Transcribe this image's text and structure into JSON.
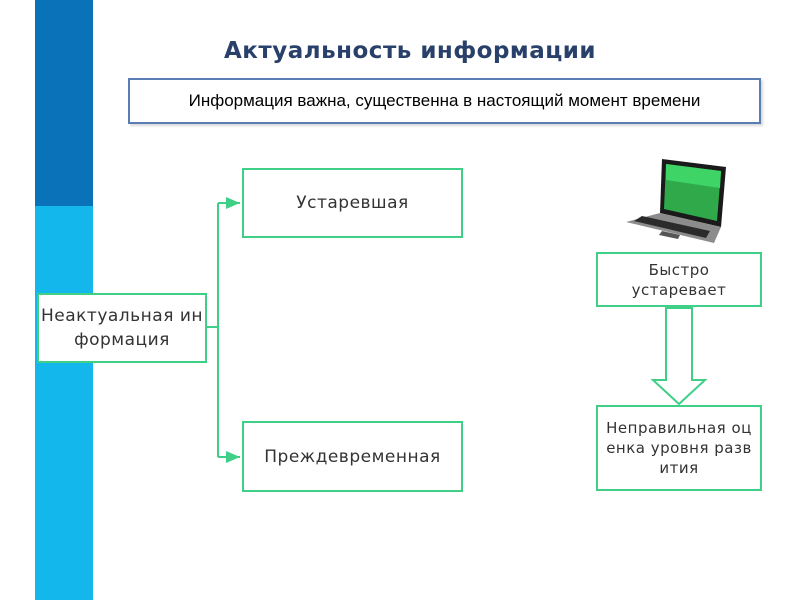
{
  "title": "Актуальность информации",
  "definition": "Информация важна, существенна  в настоящий момент времени",
  "nodes": {
    "main": "Неактуальная информация",
    "outdated": "Устаревшая",
    "premature": "Преждевременная",
    "fast_outdates": "Быстро устаревает",
    "wrong_estimate": "Неправильная оценка уровня развития"
  },
  "icons": [
    "laptop-icon",
    "down-arrow-icon"
  ],
  "colors": {
    "band_dark": "#0a72b8",
    "band_light": "#14b7ec",
    "box_border": "#3fcf87",
    "def_border": "#5a7db3",
    "title": "#28406a"
  }
}
